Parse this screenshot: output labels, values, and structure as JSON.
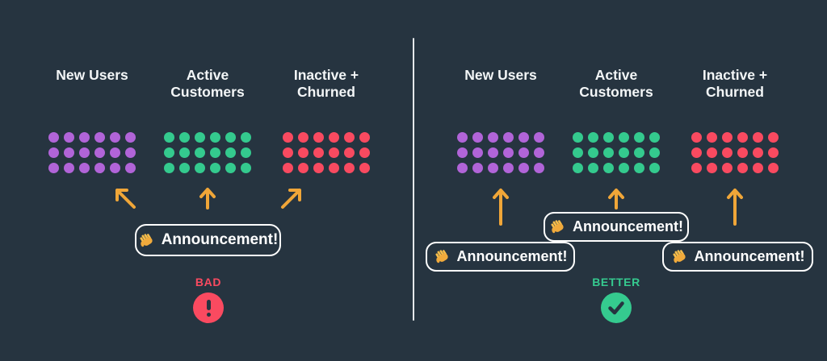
{
  "theme": {
    "bg": "#263440",
    "text": "#f3f6f7",
    "divider": "#eef1f3",
    "arrow": "#f0a638",
    "pillBorder": "#ffffff",
    "bad": "#fa4a60",
    "better": "#35ca8f"
  },
  "groups": [
    {
      "label": "New Users",
      "color": "#b164d8"
    },
    {
      "label": "Active Customers",
      "color": "#34ca8e"
    },
    {
      "label": "Inactive + Churned",
      "color": "#f94a60"
    }
  ],
  "dot_grid": {
    "rows": 3,
    "cols": 6,
    "dots_per_group": 18
  },
  "announcement": {
    "label": "Announcement!",
    "icon": "wave-emoji"
  },
  "panels": [
    {
      "verdict": "BAD",
      "verdict_color": "#fa4a60",
      "icon": "exclamation-circle",
      "announcement_count": 1
    },
    {
      "verdict": "BETTER",
      "verdict_color": "#35ca8f",
      "icon": "check-circle",
      "announcement_count": 3
    }
  ]
}
